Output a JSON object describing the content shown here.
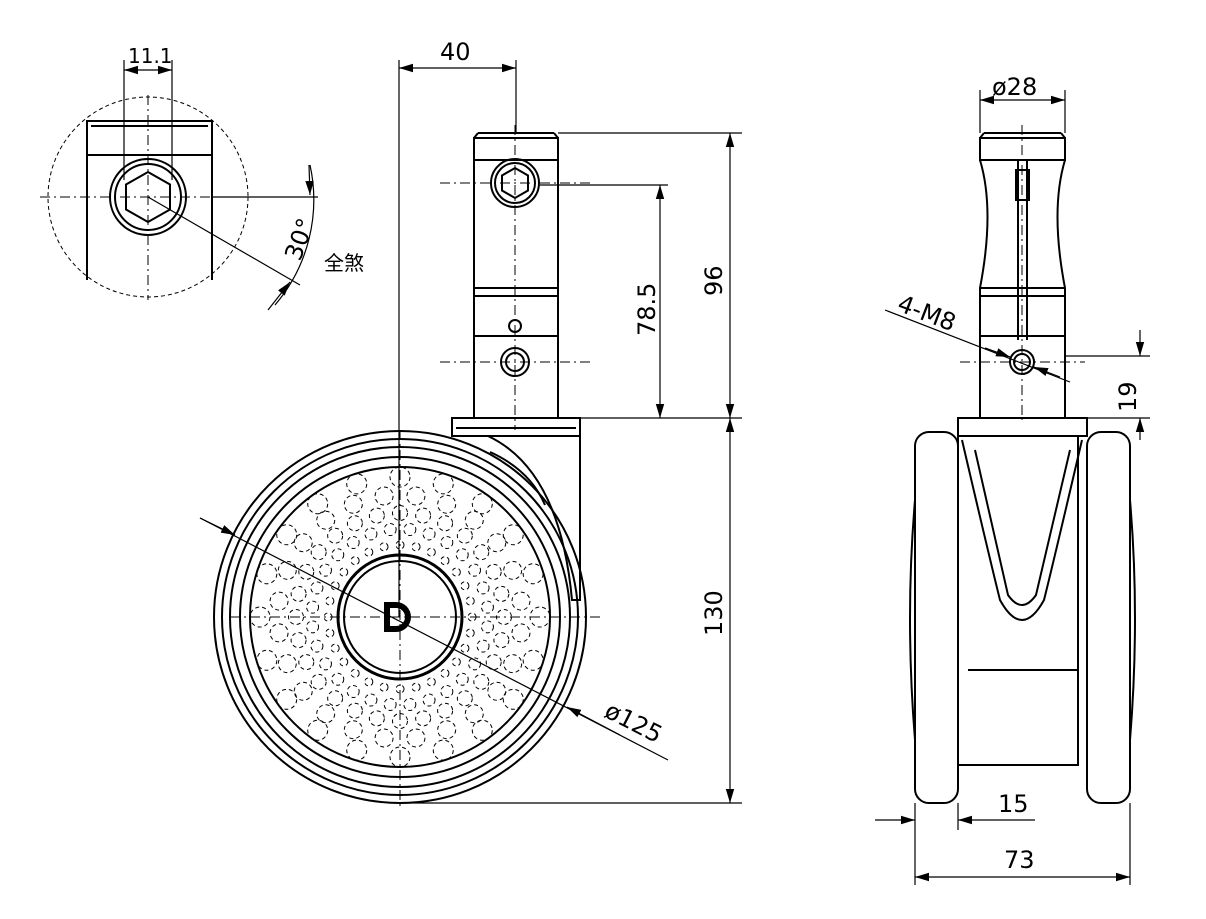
{
  "dimensions": {
    "hex_width": "11.1",
    "offset": "40",
    "stem_diameter": "ø28",
    "angle": "30°",
    "note": "全煞",
    "total_stem_height": "96",
    "hole_height": "78.5",
    "thread": "4-M8",
    "thread_height": "19",
    "wheel_height": "130",
    "wheel_diameter": "ø125",
    "tread_width": "15",
    "overall_width": "73"
  },
  "logo_letter": "D",
  "colors": {
    "line": "#000000",
    "background": "#ffffff"
  }
}
